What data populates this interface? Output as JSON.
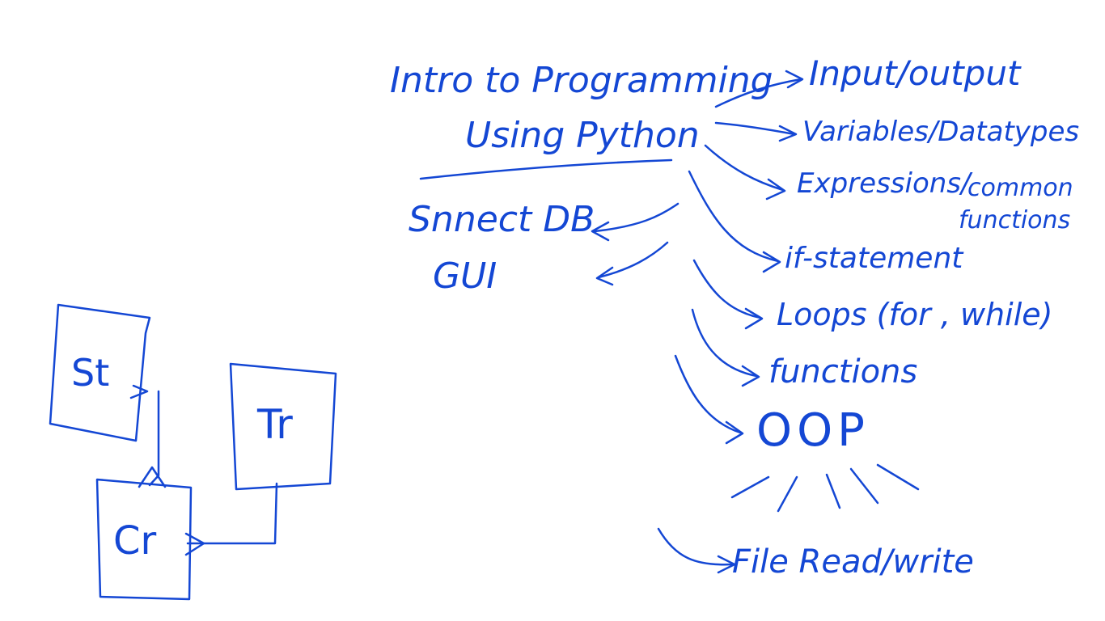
{
  "ink_color": "#1447d4",
  "mindmap": {
    "title_line1": "Intro to Programming",
    "title_line2": "Using Python",
    "topics": [
      "Input/output",
      "Variables/Datatypes",
      "Expressions/",
      "common",
      "functions",
      "if-statement",
      "Loops (for , while)",
      "functions",
      "OOP",
      "File Read/write"
    ],
    "extras": [
      "Snnect DB",
      "GUI"
    ]
  },
  "er_sketch": {
    "boxes": [
      "St",
      "Tr",
      "Cr"
    ]
  }
}
